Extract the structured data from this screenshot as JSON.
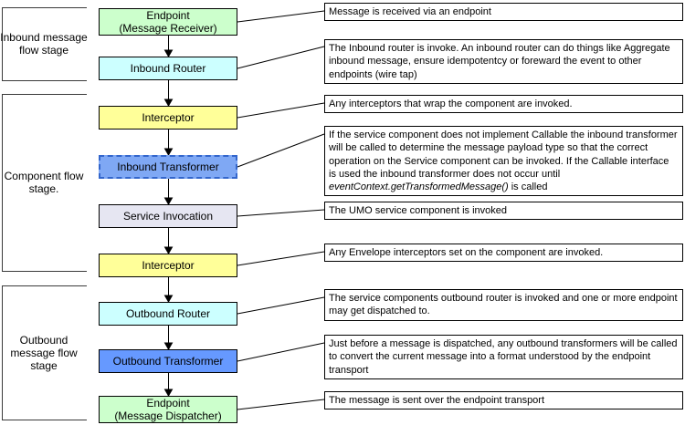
{
  "stages": [
    {
      "label": "Inbound message\nflow stage"
    },
    {
      "label": "Component flow\nstage."
    },
    {
      "label": "Outbound\nmessage flow\nstage"
    }
  ],
  "flow": {
    "steps": [
      {
        "label": "Endpoint\n(Message Receiver)",
        "type": "endpoint",
        "color": "#ccffcc"
      },
      {
        "label": "Inbound Router",
        "type": "router",
        "color": "#ccffff"
      },
      {
        "label": "Interceptor",
        "type": "interceptor",
        "color": "#ffff99"
      },
      {
        "label": "Inbound Transformer",
        "type": "transformer-dashed",
        "color": "#7fa8f4"
      },
      {
        "label": "Service Invocation",
        "type": "service",
        "color": "#e6e6f2"
      },
      {
        "label": "Interceptor",
        "type": "interceptor",
        "color": "#ffff99"
      },
      {
        "label": "Outbound Router",
        "type": "router",
        "color": "#ccffff"
      },
      {
        "label": "Outbound Transformer",
        "type": "transformer",
        "color": "#6699ff"
      },
      {
        "label": "Endpoint\n(Message Dispatcher)",
        "type": "endpoint",
        "color": "#ccffcc"
      }
    ]
  },
  "callouts": [
    {
      "text": "Message is received via an endpoint"
    },
    {
      "text": "The Inbound router is invoke. An inbound router can do things like Aggregate inbound message, ensure idempotentcy or foreward the event to other endpoints (wire tap)"
    },
    {
      "text": "Any interceptors that wrap the component are invoked."
    },
    {
      "text": "If the service component does not implement Callable the inbound transformer will be called to determine the message payload type so that the correct operation on the Service component can be invoked.  If the Callable interface is used the inbound transformer does not occur until ",
      "italic": "eventContext.getTransformedMessage()",
      "tail": " is called"
    },
    {
      "text": "The UMO service component is invoked"
    },
    {
      "text": "Any  Envelope interceptors set on the component are invoked."
    },
    {
      "text": "The service components outbound router is invoked and one or more endpoint may get dispatched to."
    },
    {
      "text": "Just before a message is dispatched, any outbound transformers will be called to convert the current message into a format understood by the endpoint transport"
    },
    {
      "text": "The message is sent over the endpoint transport"
    }
  ],
  "colors": {
    "endpoint_fill": "#ccffcc",
    "router_fill": "#ccffff",
    "interceptor_fill": "#ffff99",
    "outbound_transformer_fill": "#6699ff",
    "inbound_transformer_fill": "#7fa8f4",
    "inbound_transformer_border": "#3366cc",
    "service_fill": "#e6e6f2",
    "box_border": "#000000",
    "line_color": "#000000",
    "background": "#ffffff"
  }
}
